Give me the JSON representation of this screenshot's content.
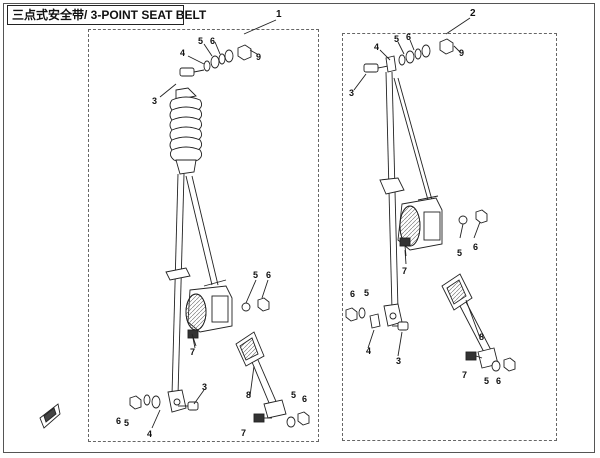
{
  "title": "三点式安全带/ 3-POINT SEAT BELT",
  "assemblies": [
    {
      "callout": "1",
      "parts": [
        {
          "callout": "3",
          "name": "bolt"
        },
        {
          "callout": "4",
          "name": "spacer"
        },
        {
          "callout": "5",
          "name": "washer"
        },
        {
          "callout": "6",
          "name": "washer"
        },
        {
          "callout": "9",
          "name": "nut"
        },
        {
          "callout": "5",
          "name": "washer"
        },
        {
          "callout": "6",
          "name": "nut"
        },
        {
          "callout": "7",
          "name": "bolt"
        },
        {
          "callout": "6",
          "name": "nut"
        },
        {
          "callout": "5",
          "name": "washer"
        },
        {
          "callout": "4",
          "name": "spacer"
        },
        {
          "callout": "3",
          "name": "bolt"
        },
        {
          "callout": "8",
          "name": "buckle"
        },
        {
          "callout": "7",
          "name": "bolt"
        },
        {
          "callout": "5",
          "name": "washer"
        },
        {
          "callout": "6",
          "name": "nut"
        }
      ]
    },
    {
      "callout": "2",
      "parts": [
        {
          "callout": "3",
          "name": "bolt"
        },
        {
          "callout": "4",
          "name": "spacer"
        },
        {
          "callout": "5",
          "name": "washer"
        },
        {
          "callout": "6",
          "name": "washer"
        },
        {
          "callout": "9",
          "name": "nut"
        },
        {
          "callout": "5",
          "name": "washer"
        },
        {
          "callout": "6",
          "name": "nut"
        },
        {
          "callout": "7",
          "name": "bolt"
        },
        {
          "callout": "6",
          "name": "nut"
        },
        {
          "callout": "5",
          "name": "washer"
        },
        {
          "callout": "4",
          "name": "spacer"
        },
        {
          "callout": "3",
          "name": "bolt"
        },
        {
          "callout": "8",
          "name": "buckle"
        },
        {
          "callout": "7",
          "name": "bolt"
        },
        {
          "callout": "5",
          "name": "washer"
        },
        {
          "callout": "6",
          "name": "nut"
        }
      ]
    }
  ],
  "colors": {
    "line": "#222222",
    "shade": "#444444",
    "fill": "#ffffff"
  }
}
